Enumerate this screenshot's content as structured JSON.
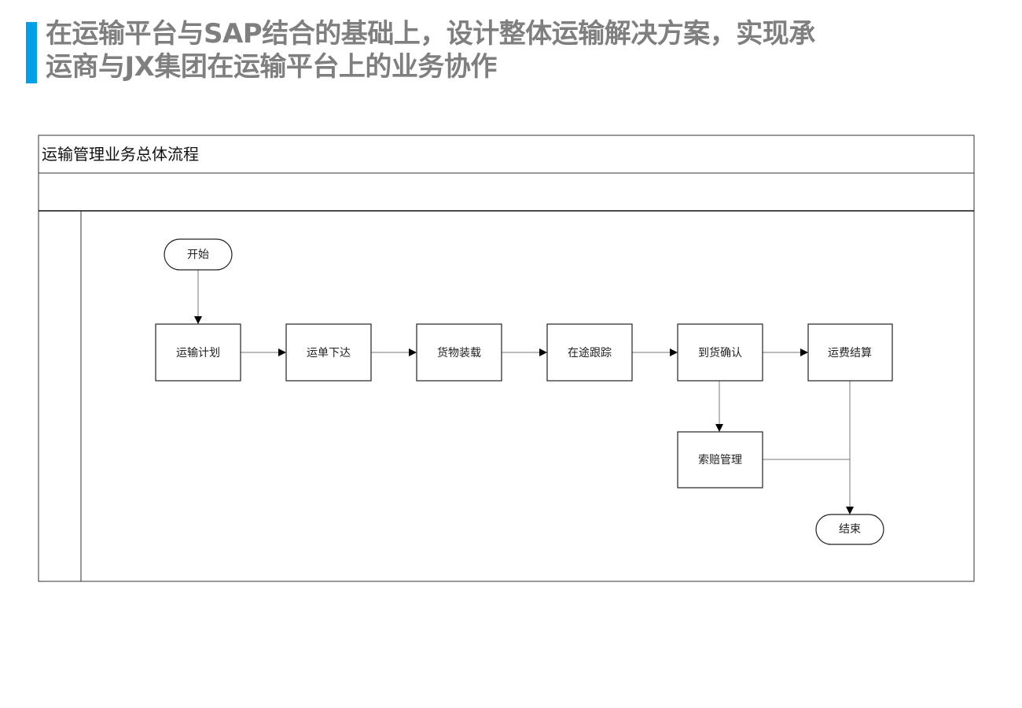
{
  "header": {
    "title_line1": "在运输平台与SAP结合的基础上，设计整体运输解决方案，实现承",
    "title_line2": "运商与JX集团在运输平台上的业务协作",
    "accent_color": "#00a0e9",
    "title_color": "#7f7f7f"
  },
  "diagram": {
    "pool_title": "运输管理业务总体流程",
    "nodes": {
      "start": "开始",
      "plan": "运输计划",
      "order": "运单下达",
      "loading": "货物装载",
      "tracking": "在途跟踪",
      "arrival": "到货确认",
      "settlement": "运费结算",
      "claims": "索赔管理",
      "end": "结束"
    },
    "edges": [
      {
        "from": "start",
        "to": "plan"
      },
      {
        "from": "plan",
        "to": "order"
      },
      {
        "from": "order",
        "to": "loading"
      },
      {
        "from": "loading",
        "to": "tracking"
      },
      {
        "from": "tracking",
        "to": "arrival"
      },
      {
        "from": "arrival",
        "to": "settlement"
      },
      {
        "from": "arrival",
        "to": "claims"
      },
      {
        "from": "settlement",
        "to": "end"
      },
      {
        "from": "claims",
        "to": "end"
      }
    ]
  }
}
